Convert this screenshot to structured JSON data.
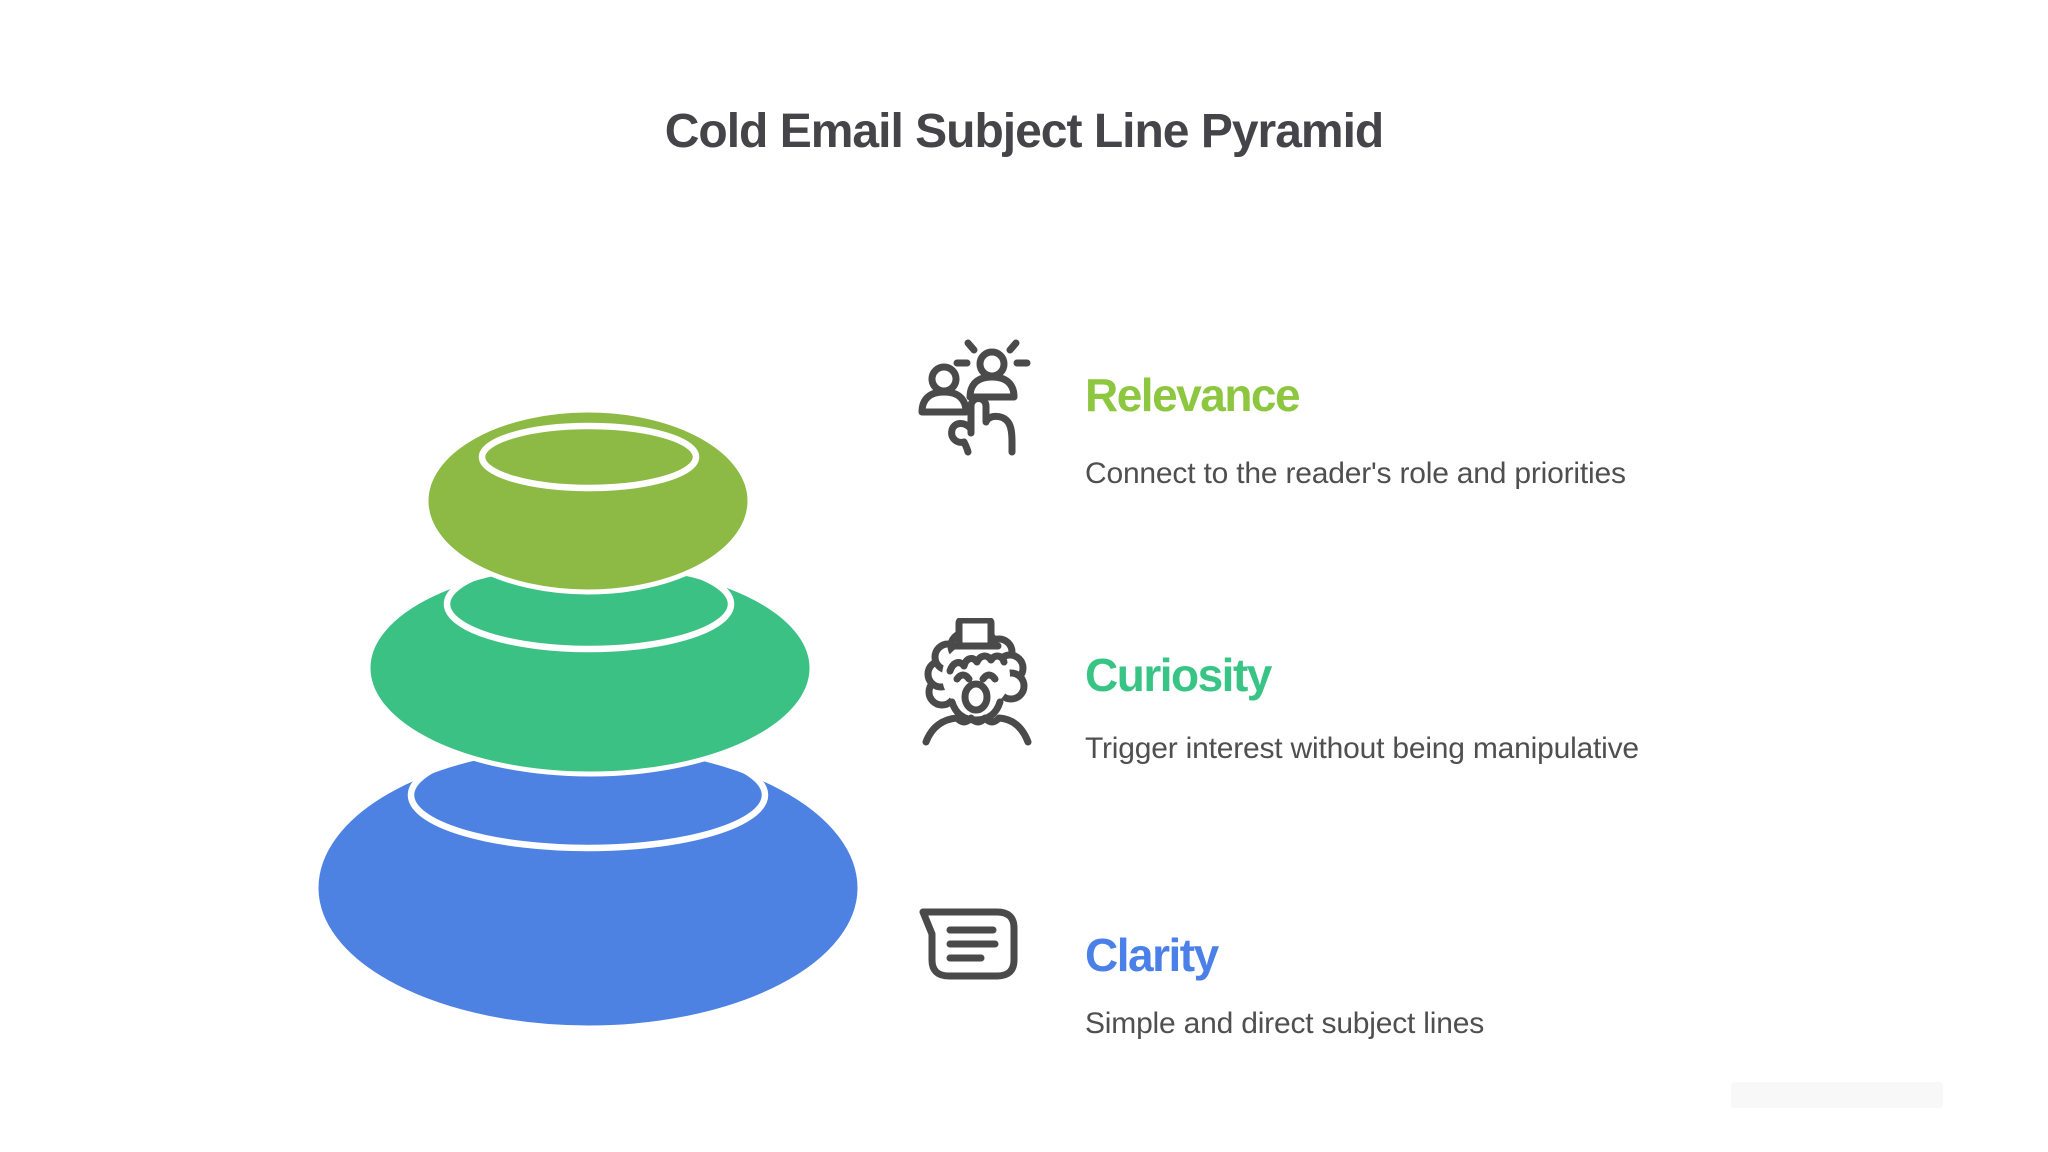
{
  "title": "Cold Email Subject Line Pyramid",
  "items": [
    {
      "label": "Relevance",
      "description": "Connect to the reader's role and priorities",
      "color": "#8dc63f",
      "icon": "people-select-icon"
    },
    {
      "label": "Curiosity",
      "description": "Trigger interest without being manipulative",
      "color": "#38c485",
      "icon": "clown-icon"
    },
    {
      "label": "Clarity",
      "description": "Simple and direct subject lines",
      "color": "#4a80e8",
      "icon": "chat-message-icon"
    }
  ],
  "pyramid": {
    "type": "stacked-stones",
    "levels": [
      {
        "rank": 1,
        "name": "Relevance",
        "position": "top",
        "color": "#8cba45"
      },
      {
        "rank": 2,
        "name": "Curiosity",
        "position": "middle",
        "color": "#3cc184"
      },
      {
        "rank": 3,
        "name": "Clarity",
        "position": "bottom",
        "color": "#4d82e3"
      }
    ]
  },
  "colors": {
    "background": "#ffffff",
    "title_text": "#454549",
    "description_text": "#4f4f4f",
    "icon_stroke": "#4a4a4a",
    "stone_separator": "#ffffff"
  }
}
